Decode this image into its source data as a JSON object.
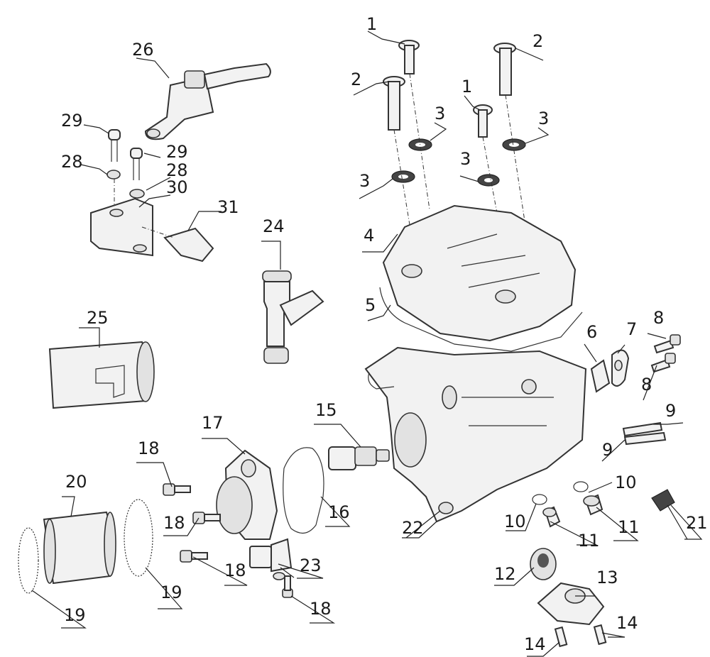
{
  "labels": {
    "l1a": "1",
    "l1b": "1",
    "l2a": "2",
    "l2b": "2",
    "l3a": "3",
    "l3b": "3",
    "l3c": "3",
    "l3d": "3",
    "l4": "4",
    "l5": "5",
    "l6": "6",
    "l7": "7",
    "l8a": "8",
    "l8b": "8",
    "l9a": "9",
    "l9b": "9",
    "l10a": "10",
    "l10b": "10",
    "l11a": "11",
    "l11b": "11",
    "l12": "12",
    "l13": "13",
    "l14a": "14",
    "l14b": "14",
    "l15": "15",
    "l16": "16",
    "l17": "17",
    "l18a": "18",
    "l18b": "18",
    "l18c": "18",
    "l18d": "18",
    "l19a": "19",
    "l19b": "19",
    "l20": "20",
    "l21": "21",
    "l22": "22",
    "l23": "23",
    "l24": "24",
    "l25": "25",
    "l26": "26",
    "l28a": "28",
    "l28b": "28",
    "l29a": "29",
    "l29b": "29",
    "l30": "30",
    "l31": "31"
  }
}
